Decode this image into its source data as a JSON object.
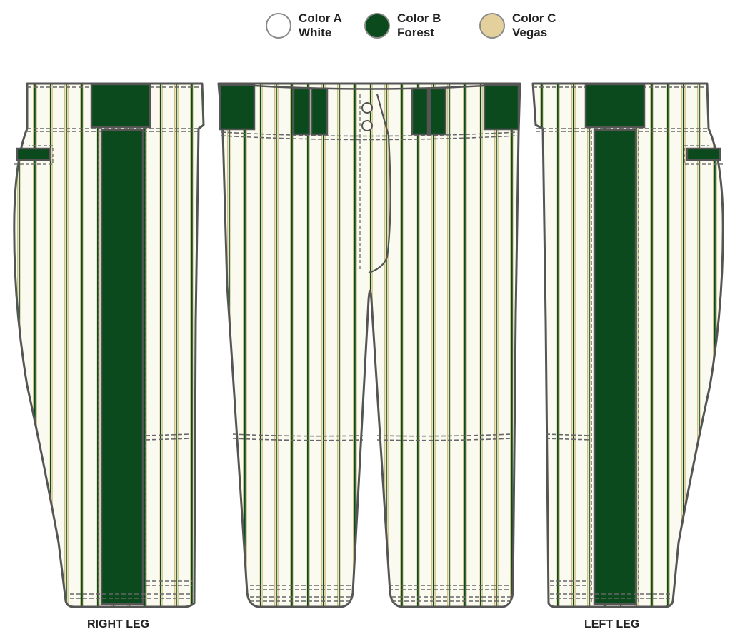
{
  "legend": [
    {
      "id": "a",
      "title": "Color A",
      "name": "White",
      "hex": "#ffffff"
    },
    {
      "id": "b",
      "title": "Color B",
      "name": "Forest",
      "hex": "#0b4a1c"
    },
    {
      "id": "c",
      "title": "Color C",
      "name": "Vegas",
      "hex": "#e3d09c"
    }
  ],
  "labels": {
    "right_leg": "RIGHT LEG",
    "left_leg": "LEFT LEG"
  },
  "colors": {
    "base": "#fbfaf1",
    "outline": "#555555",
    "stripe_forest": "#0b4a1c",
    "stripe_vegas": "#cfc083"
  }
}
